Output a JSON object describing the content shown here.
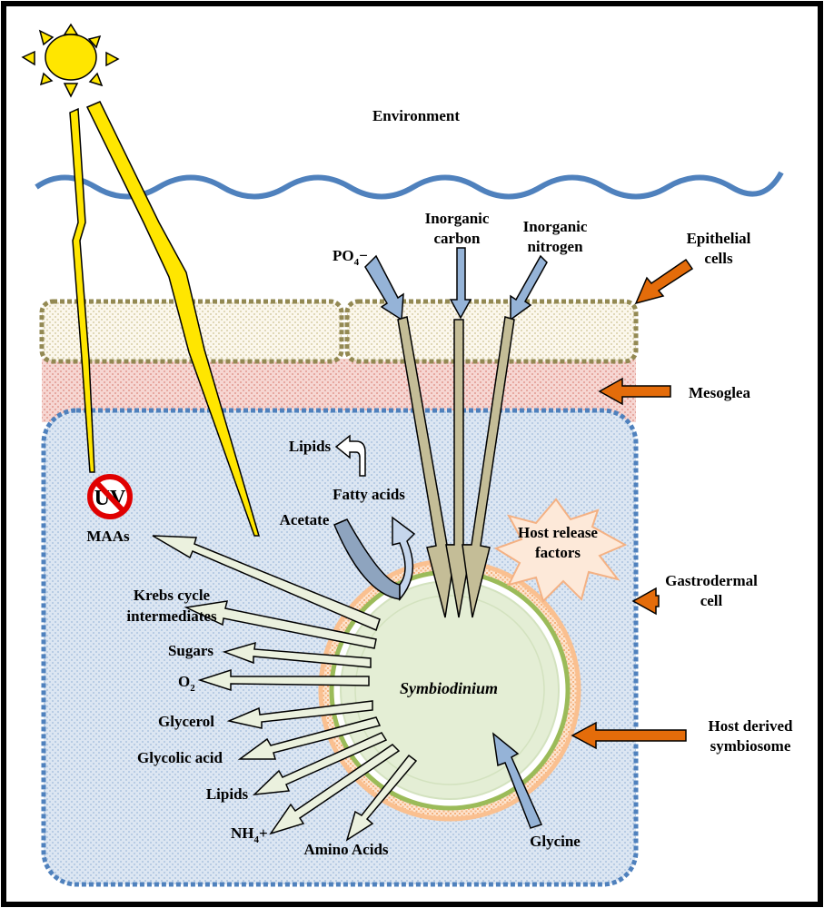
{
  "diagram": {
    "environment_label": "Environment",
    "uv_symbol_text": "UV",
    "symbiont_label": "Symbiodinium",
    "inputs": {
      "phosphate_base": "PO",
      "phosphate_sub": "4",
      "phosphate_sup": "−",
      "carbon_line1": "Inorganic",
      "carbon_line2": "carbon",
      "nitrogen_line1": "Inorganic",
      "nitrogen_line2": "nitrogen"
    },
    "structures": {
      "epithelial_line1": "Epithelial",
      "epithelial_line2": "cells",
      "mesoglea": "Mesoglea",
      "gastrodermal_line1": "Gastrodermal",
      "gastrodermal_line2": "cell",
      "symbiosome_line1": "Host derived",
      "symbiosome_line2": "symbiosome",
      "host_release_line1": "Host release",
      "host_release_line2": "factors"
    },
    "lipid_pathway": {
      "acetate": "Acetate",
      "fatty_acids": "Fatty acids",
      "lipids": "Lipids"
    },
    "outputs": {
      "maas": "MAAs",
      "krebs_line1": "Krebs cycle",
      "krebs_line2": "intermediates",
      "sugars": "Sugars",
      "o2_base": "O",
      "o2_sub": "2",
      "glycerol": "Glycerol",
      "glycolic_acid": "Glycolic acid",
      "lipids": "Lipids",
      "nh4_base": "NH",
      "nh4_sub": "4",
      "nh4_tail": "+",
      "amino_acids": "Amino Acids"
    },
    "host_input": {
      "glycine": "Glycine"
    },
    "colors": {
      "sun": "#FFE600",
      "water": "#4F81BD",
      "input_arrow": "#95B3D7",
      "transport_arrow": "#C4BD97",
      "output_arrow": "#EBF1DE",
      "structure_arrow": "#E46C0A",
      "cytoplasm": "#DCE6F2",
      "mesoglea": "#F2C4C0",
      "symbiosome": "#FAC090",
      "cell_wall": "#9BBB59",
      "algal_cell": "#E4EED5",
      "uv_ban": "#E00000"
    }
  }
}
